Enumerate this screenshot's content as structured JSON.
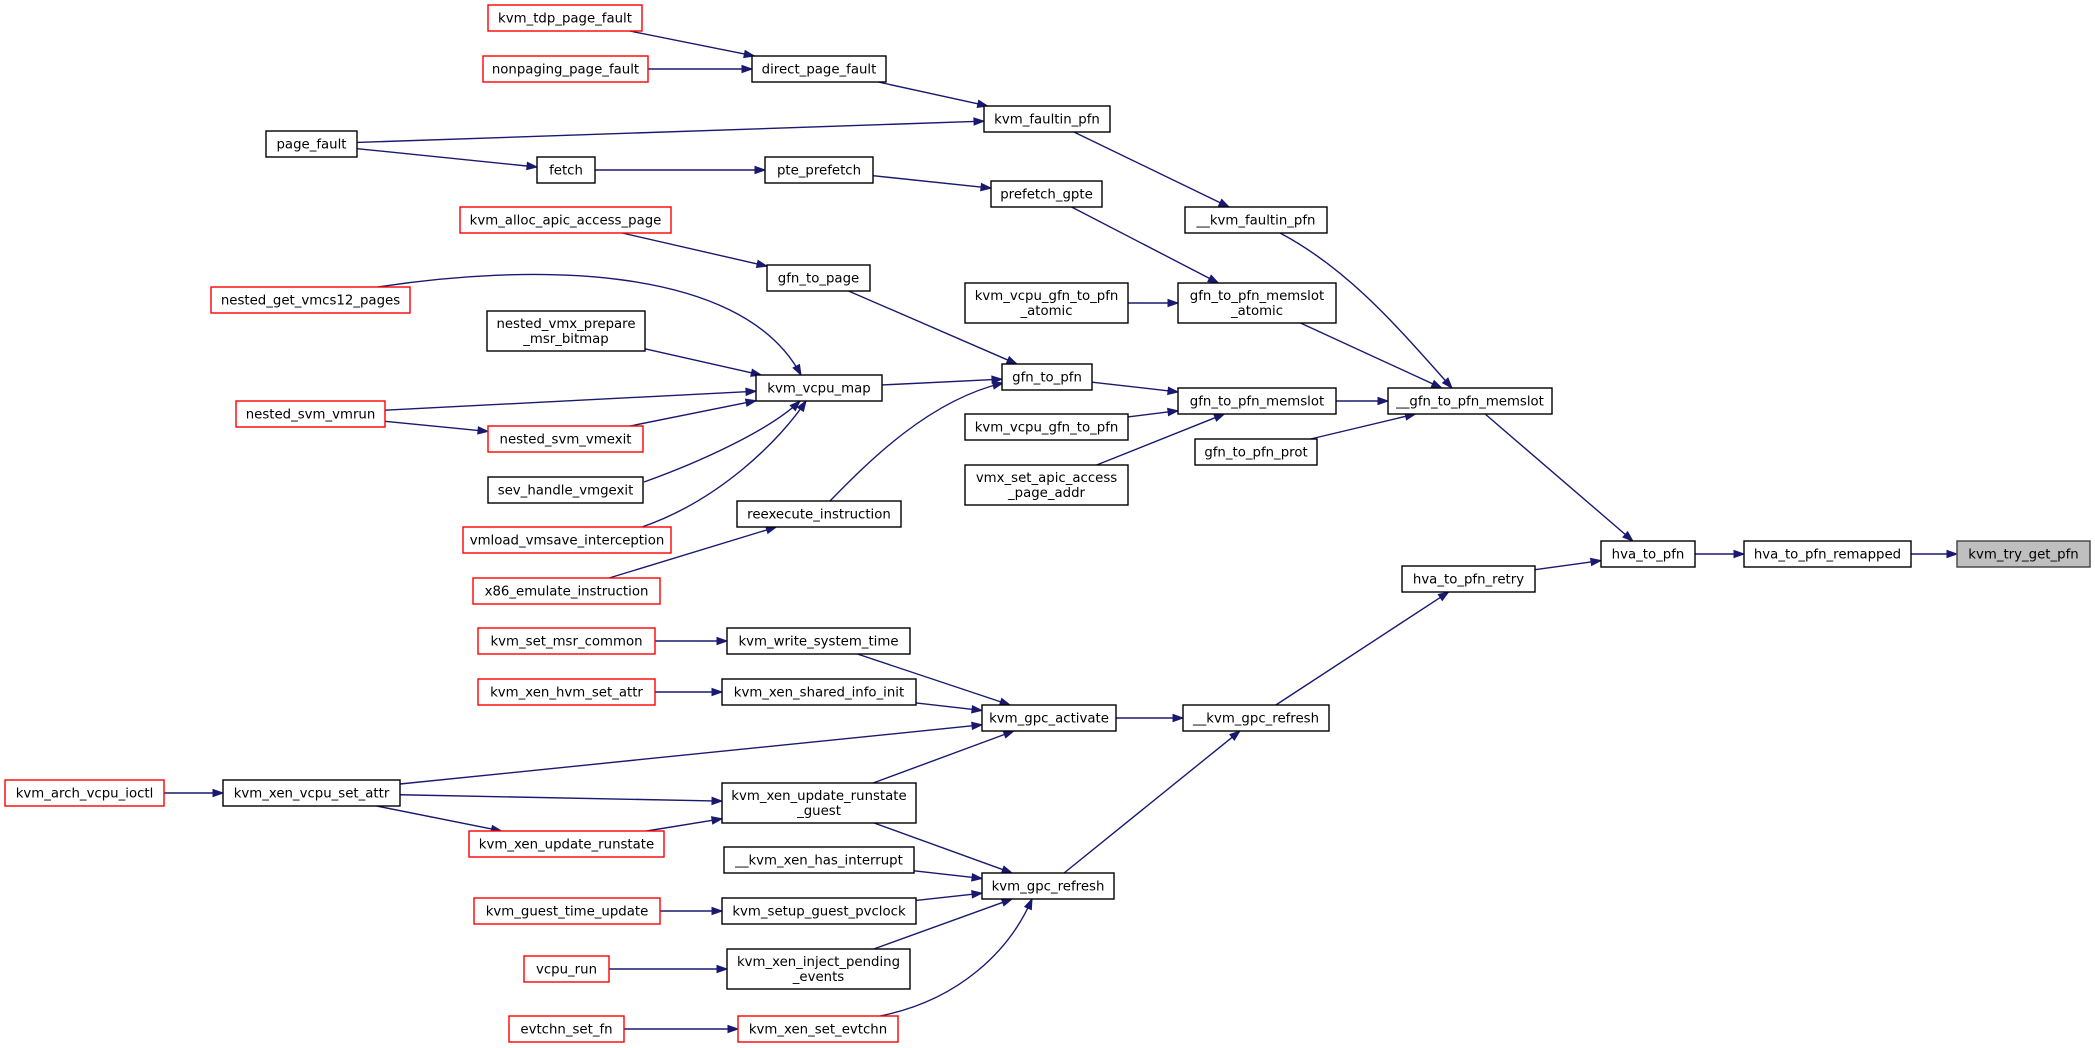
{
  "graph": {
    "kind": "caller-graph",
    "root": "kvm_try_get_pfn",
    "colors": {
      "edge": "#191970",
      "normal_border": "#000000",
      "truncated_border": "#ff0000",
      "root_fill": "#bfbfbf"
    },
    "nodes": [
      {
        "id": "kvm_try_get_pfn",
        "lines": [
          "kvm_try_get_pfn"
        ],
        "style": "root"
      },
      {
        "id": "hva_to_pfn_remapped",
        "lines": [
          "hva_to_pfn_remapped"
        ],
        "style": "normal"
      },
      {
        "id": "hva_to_pfn",
        "lines": [
          "hva_to_pfn"
        ],
        "style": "normal"
      },
      {
        "id": "__gfn_to_pfn_memslot",
        "lines": [
          "__gfn_to_pfn_memslot"
        ],
        "style": "normal"
      },
      {
        "id": "hva_to_pfn_retry",
        "lines": [
          "hva_to_pfn_retry"
        ],
        "style": "normal"
      },
      {
        "id": "__kvm_faultin_pfn",
        "lines": [
          "__kvm_faultin_pfn"
        ],
        "style": "normal"
      },
      {
        "id": "gfn_to_pfn_memslot_atomic",
        "lines": [
          "gfn_to_pfn_memslot",
          "_atomic"
        ],
        "style": "normal"
      },
      {
        "id": "gfn_to_pfn_memslot",
        "lines": [
          "gfn_to_pfn_memslot"
        ],
        "style": "normal"
      },
      {
        "id": "gfn_to_pfn_prot",
        "lines": [
          "gfn_to_pfn_prot"
        ],
        "style": "normal"
      },
      {
        "id": "__kvm_gpc_refresh",
        "lines": [
          "__kvm_gpc_refresh"
        ],
        "style": "normal"
      },
      {
        "id": "kvm_faultin_pfn",
        "lines": [
          "kvm_faultin_pfn"
        ],
        "style": "normal"
      },
      {
        "id": "prefetch_gpte",
        "lines": [
          "prefetch_gpte"
        ],
        "style": "normal"
      },
      {
        "id": "kvm_vcpu_gfn_to_pfn_atomic",
        "lines": [
          "kvm_vcpu_gfn_to_pfn",
          "_atomic"
        ],
        "style": "normal"
      },
      {
        "id": "gfn_to_pfn",
        "lines": [
          "gfn_to_pfn"
        ],
        "style": "normal"
      },
      {
        "id": "kvm_vcpu_gfn_to_pfn",
        "lines": [
          "kvm_vcpu_gfn_to_pfn"
        ],
        "style": "normal"
      },
      {
        "id": "vmx_set_apic_access_page_addr",
        "lines": [
          "vmx_set_apic_access",
          "_page_addr"
        ],
        "style": "normal"
      },
      {
        "id": "kvm_gpc_activate",
        "lines": [
          "kvm_gpc_activate"
        ],
        "style": "normal"
      },
      {
        "id": "kvm_gpc_refresh",
        "lines": [
          "kvm_gpc_refresh"
        ],
        "style": "normal"
      },
      {
        "id": "direct_page_fault",
        "lines": [
          "direct_page_fault"
        ],
        "style": "normal"
      },
      {
        "id": "page_fault",
        "lines": [
          "page_fault"
        ],
        "style": "normal"
      },
      {
        "id": "pte_prefetch",
        "lines": [
          "pte_prefetch"
        ],
        "style": "normal"
      },
      {
        "id": "gfn_to_page",
        "lines": [
          "gfn_to_page"
        ],
        "style": "normal"
      },
      {
        "id": "kvm_vcpu_map",
        "lines": [
          "kvm_vcpu_map"
        ],
        "style": "normal"
      },
      {
        "id": "reexecute_instruction",
        "lines": [
          "reexecute_instruction"
        ],
        "style": "normal"
      },
      {
        "id": "kvm_write_system_time",
        "lines": [
          "kvm_write_system_time"
        ],
        "style": "normal"
      },
      {
        "id": "kvm_xen_shared_info_init",
        "lines": [
          "kvm_xen_shared_info_init"
        ],
        "style": "normal"
      },
      {
        "id": "kvm_xen_vcpu_set_attr",
        "lines": [
          "kvm_xen_vcpu_set_attr"
        ],
        "style": "normal"
      },
      {
        "id": "kvm_xen_update_runstate_guest",
        "lines": [
          "kvm_xen_update_runstate",
          "_guest"
        ],
        "style": "normal"
      },
      {
        "id": "__kvm_xen_has_interrupt",
        "lines": [
          "__kvm_xen_has_interrupt"
        ],
        "style": "normal"
      },
      {
        "id": "kvm_setup_guest_pvclock",
        "lines": [
          "kvm_setup_guest_pvclock"
        ],
        "style": "normal"
      },
      {
        "id": "kvm_xen_inject_pending_events",
        "lines": [
          "kvm_xen_inject_pending",
          "_events"
        ],
        "style": "normal"
      },
      {
        "id": "kvm_xen_set_evtchn",
        "lines": [
          "kvm_xen_set_evtchn"
        ],
        "style": "truncated"
      },
      {
        "id": "kvm_tdp_page_fault",
        "lines": [
          "kvm_tdp_page_fault"
        ],
        "style": "truncated"
      },
      {
        "id": "nonpaging_page_fault",
        "lines": [
          "nonpaging_page_fault"
        ],
        "style": "truncated"
      },
      {
        "id": "fetch",
        "lines": [
          "fetch"
        ],
        "style": "normal"
      },
      {
        "id": "kvm_alloc_apic_access_page",
        "lines": [
          "kvm_alloc_apic_access_page"
        ],
        "style": "truncated"
      },
      {
        "id": "nested_vmx_prepare_msr_bitmap",
        "lines": [
          "nested_vmx_prepare",
          "_msr_bitmap"
        ],
        "style": "normal"
      },
      {
        "id": "nested_svm_vmexit",
        "lines": [
          "nested_svm_vmexit"
        ],
        "style": "truncated"
      },
      {
        "id": "sev_handle_vmgexit",
        "lines": [
          "sev_handle_vmgexit"
        ],
        "style": "normal"
      },
      {
        "id": "vmload_vmsave_interception",
        "lines": [
          "vmload_vmsave_interception"
        ],
        "style": "truncated"
      },
      {
        "id": "x86_emulate_instruction",
        "lines": [
          "x86_emulate_instruction"
        ],
        "style": "truncated"
      },
      {
        "id": "kvm_set_msr_common",
        "lines": [
          "kvm_set_msr_common"
        ],
        "style": "truncated"
      },
      {
        "id": "kvm_xen_hvm_set_attr",
        "lines": [
          "kvm_xen_hvm_set_attr"
        ],
        "style": "truncated"
      },
      {
        "id": "kvm_xen_update_runstate",
        "lines": [
          "kvm_xen_update_runstate"
        ],
        "style": "truncated"
      },
      {
        "id": "kvm_guest_time_update",
        "lines": [
          "kvm_guest_time_update"
        ],
        "style": "truncated"
      },
      {
        "id": "vcpu_run",
        "lines": [
          "vcpu_run"
        ],
        "style": "truncated"
      },
      {
        "id": "evtchn_set_fn",
        "lines": [
          "evtchn_set_fn"
        ],
        "style": "truncated"
      },
      {
        "id": "nested_get_vmcs12_pages",
        "lines": [
          "nested_get_vmcs12_pages"
        ],
        "style": "truncated"
      },
      {
        "id": "nested_svm_vmrun",
        "lines": [
          "nested_svm_vmrun"
        ],
        "style": "truncated"
      },
      {
        "id": "kvm_arch_vcpu_ioctl",
        "lines": [
          "kvm_arch_vcpu_ioctl"
        ],
        "style": "truncated"
      }
    ],
    "edges": [
      {
        "from": "hva_to_pfn_remapped",
        "to": "kvm_try_get_pfn"
      },
      {
        "from": "hva_to_pfn",
        "to": "hva_to_pfn_remapped"
      },
      {
        "from": "__gfn_to_pfn_memslot",
        "to": "hva_to_pfn"
      },
      {
        "from": "hva_to_pfn_retry",
        "to": "hva_to_pfn"
      },
      {
        "from": "__kvm_faultin_pfn",
        "to": "__gfn_to_pfn_memslot"
      },
      {
        "from": "gfn_to_pfn_memslot_atomic",
        "to": "__gfn_to_pfn_memslot"
      },
      {
        "from": "gfn_to_pfn_memslot",
        "to": "__gfn_to_pfn_memslot"
      },
      {
        "from": "gfn_to_pfn_prot",
        "to": "__gfn_to_pfn_memslot"
      },
      {
        "from": "__kvm_gpc_refresh",
        "to": "hva_to_pfn_retry"
      },
      {
        "from": "kvm_faultin_pfn",
        "to": "__kvm_faultin_pfn"
      },
      {
        "from": "prefetch_gpte",
        "to": "gfn_to_pfn_memslot_atomic"
      },
      {
        "from": "kvm_vcpu_gfn_to_pfn_atomic",
        "to": "gfn_to_pfn_memslot_atomic"
      },
      {
        "from": "gfn_to_pfn",
        "to": "gfn_to_pfn_memslot"
      },
      {
        "from": "kvm_vcpu_gfn_to_pfn",
        "to": "gfn_to_pfn_memslot"
      },
      {
        "from": "vmx_set_apic_access_page_addr",
        "to": "gfn_to_pfn_memslot"
      },
      {
        "from": "kvm_gpc_activate",
        "to": "__kvm_gpc_refresh"
      },
      {
        "from": "kvm_gpc_refresh",
        "to": "__kvm_gpc_refresh"
      },
      {
        "from": "direct_page_fault",
        "to": "kvm_faultin_pfn"
      },
      {
        "from": "page_fault",
        "to": "kvm_faultin_pfn"
      },
      {
        "from": "pte_prefetch",
        "to": "prefetch_gpte"
      },
      {
        "from": "gfn_to_page",
        "to": "gfn_to_pfn"
      },
      {
        "from": "kvm_vcpu_map",
        "to": "gfn_to_pfn"
      },
      {
        "from": "reexecute_instruction",
        "to": "gfn_to_pfn"
      },
      {
        "from": "kvm_write_system_time",
        "to": "kvm_gpc_activate"
      },
      {
        "from": "kvm_xen_shared_info_init",
        "to": "kvm_gpc_activate"
      },
      {
        "from": "kvm_xen_vcpu_set_attr",
        "to": "kvm_gpc_activate"
      },
      {
        "from": "kvm_xen_update_runstate_guest",
        "to": "kvm_gpc_activate"
      },
      {
        "from": "kvm_xen_update_runstate_guest",
        "to": "kvm_gpc_refresh"
      },
      {
        "from": "__kvm_xen_has_interrupt",
        "to": "kvm_gpc_refresh"
      },
      {
        "from": "kvm_setup_guest_pvclock",
        "to": "kvm_gpc_refresh"
      },
      {
        "from": "kvm_xen_inject_pending_events",
        "to": "kvm_gpc_refresh"
      },
      {
        "from": "kvm_xen_set_evtchn",
        "to": "kvm_gpc_refresh"
      },
      {
        "from": "kvm_tdp_page_fault",
        "to": "direct_page_fault"
      },
      {
        "from": "nonpaging_page_fault",
        "to": "direct_page_fault"
      },
      {
        "from": "page_fault",
        "to": "fetch"
      },
      {
        "from": "fetch",
        "to": "pte_prefetch"
      },
      {
        "from": "kvm_alloc_apic_access_page",
        "to": "gfn_to_page"
      },
      {
        "from": "nested_get_vmcs12_pages",
        "to": "kvm_vcpu_map"
      },
      {
        "from": "nested_vmx_prepare_msr_bitmap",
        "to": "kvm_vcpu_map"
      },
      {
        "from": "nested_svm_vmrun",
        "to": "kvm_vcpu_map"
      },
      {
        "from": "nested_svm_vmexit",
        "to": "kvm_vcpu_map"
      },
      {
        "from": "sev_handle_vmgexit",
        "to": "kvm_vcpu_map"
      },
      {
        "from": "vmload_vmsave_interception",
        "to": "kvm_vcpu_map"
      },
      {
        "from": "x86_emulate_instruction",
        "to": "reexecute_instruction"
      },
      {
        "from": "kvm_set_msr_common",
        "to": "kvm_write_system_time"
      },
      {
        "from": "kvm_xen_hvm_set_attr",
        "to": "kvm_xen_shared_info_init"
      },
      {
        "from": "kvm_arch_vcpu_ioctl",
        "to": "kvm_xen_vcpu_set_attr"
      },
      {
        "from": "kvm_xen_vcpu_set_attr",
        "to": "kvm_xen_update_runstate_guest"
      },
      {
        "from": "kvm_xen_vcpu_set_attr",
        "to": "kvm_xen_update_runstate"
      },
      {
        "from": "kvm_xen_update_runstate",
        "to": "kvm_xen_update_runstate_guest"
      },
      {
        "from": "kvm_guest_time_update",
        "to": "kvm_setup_guest_pvclock"
      },
      {
        "from": "vcpu_run",
        "to": "kvm_xen_inject_pending_events"
      },
      {
        "from": "evtchn_set_fn",
        "to": "kvm_xen_set_evtchn"
      },
      {
        "from": "nested_svm_vmrun",
        "to": "nested_svm_vmexit"
      }
    ]
  }
}
